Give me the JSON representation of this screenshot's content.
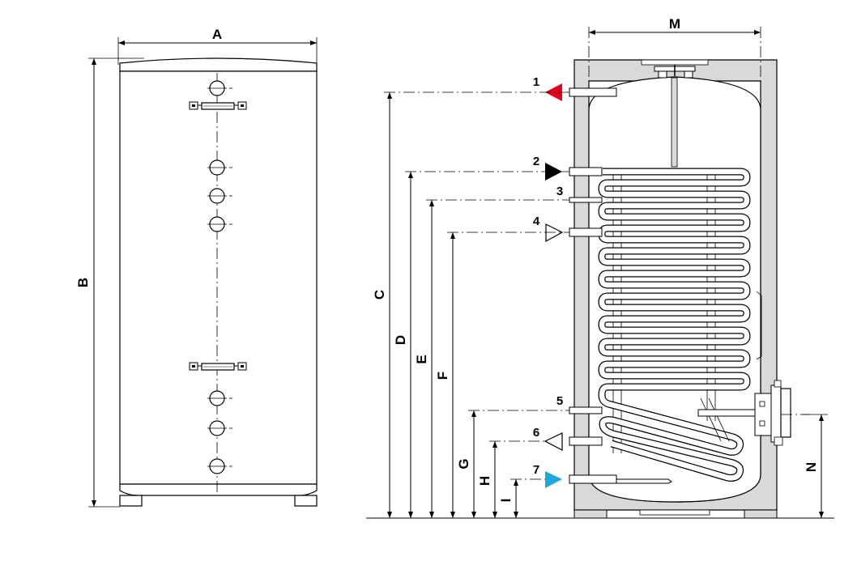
{
  "diagram": {
    "dimension_labels": {
      "A": "A",
      "B": "B",
      "C": "C",
      "D": "D",
      "E": "E",
      "F": "F",
      "G": "G",
      "H": "H",
      "I": "I",
      "M": "M",
      "N": "N"
    },
    "connection_numbers": [
      "1",
      "2",
      "3",
      "4",
      "5",
      "6",
      "7"
    ],
    "colors": {
      "hot_water_out": "#e3001b",
      "cold_water_in": "#1ea7e1",
      "heating_flow": "#000000",
      "heating_return": "#ffffff",
      "insulation": "#d9d9d9",
      "tank_fill": "#ffffff",
      "outline": "#000000"
    },
    "icons": {
      "hot_outlet": "red-triangle-left-icon",
      "cold_inlet": "blue-triangle-right-icon",
      "coil_flow": "black-triangle-right-icon",
      "coil_return": "hollow-triangle-icon"
    }
  }
}
